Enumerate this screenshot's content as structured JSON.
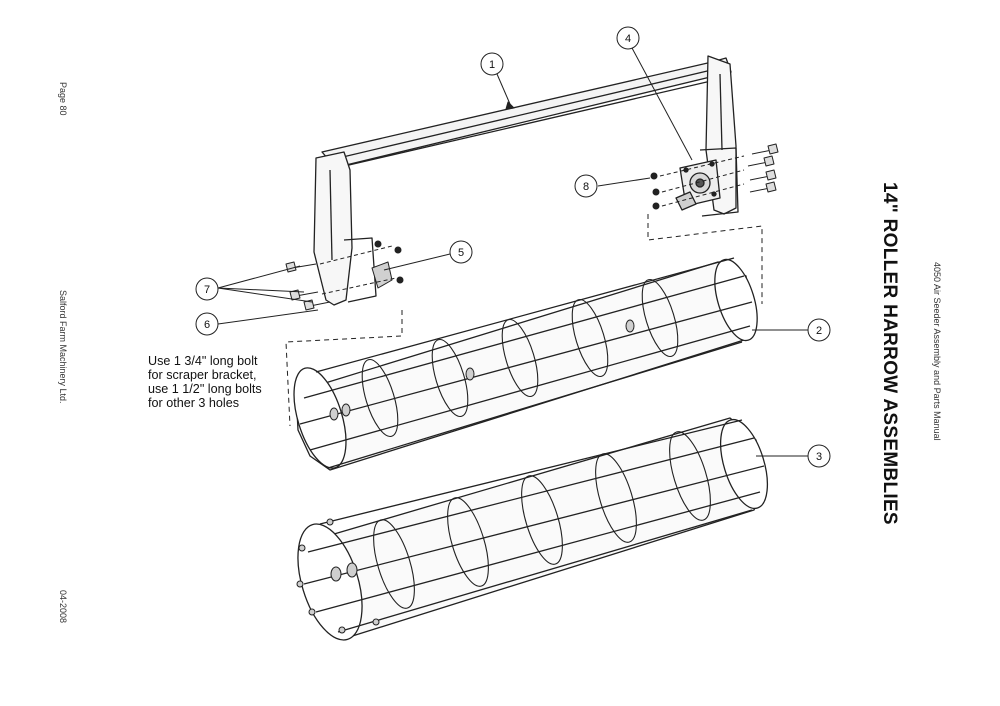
{
  "page": {
    "page_label": "Page 80",
    "company": "Salford Farm Machinery Ltd.",
    "date": "04-2008",
    "manual_title": "4050 Air Seeder Assembly and Parts Manual",
    "section_title": "14\" ROLLER HARROW ASSEMBLIES"
  },
  "note": {
    "lines": [
      "Use 1 3/4\" long bolt",
      "for scraper bracket,",
      "use 1 1/2\" long bolts",
      "for other 3 holes"
    ]
  },
  "callouts": [
    {
      "number": "1",
      "part": "frame"
    },
    {
      "number": "2",
      "part": "front roller"
    },
    {
      "number": "3",
      "part": "rear roller"
    },
    {
      "number": "4",
      "part": "bearing"
    },
    {
      "number": "5",
      "part": "scraper bracket"
    },
    {
      "number": "6",
      "part": "bolt"
    },
    {
      "number": "7",
      "part": "bolts"
    },
    {
      "number": "8",
      "part": "nut"
    }
  ]
}
